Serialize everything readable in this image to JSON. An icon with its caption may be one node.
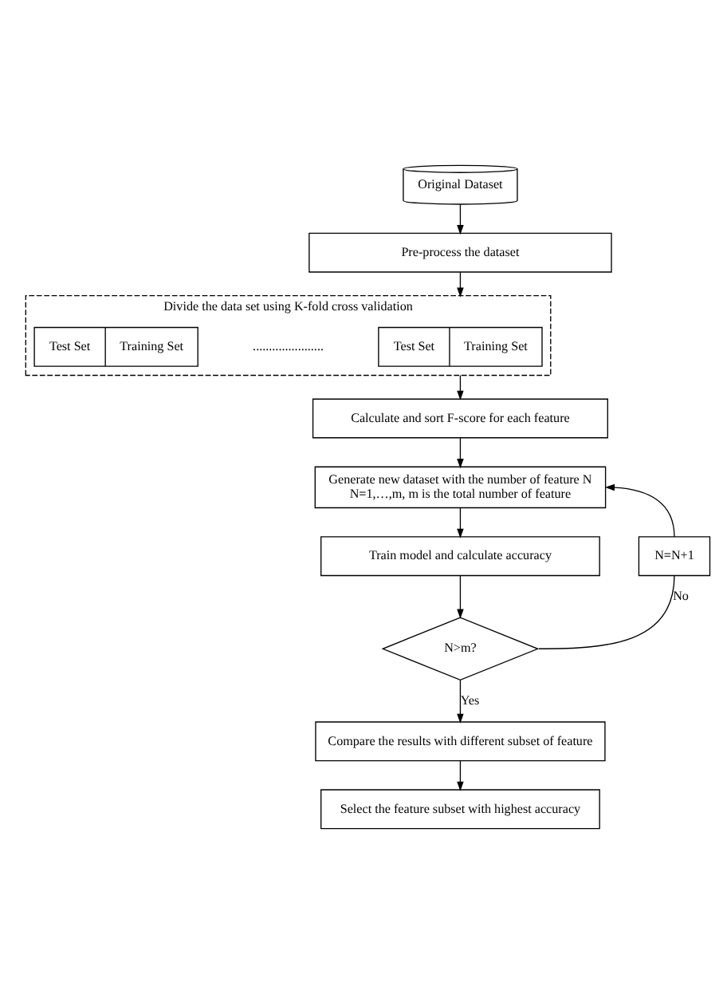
{
  "diagram": {
    "nodes": [
      {
        "text": [
          "Original Dataset"
        ]
      },
      {
        "text": [
          "Pre-process the dataset"
        ]
      },
      {
        "text": [
          "Divide the data set using K-fold cross validation"
        ]
      },
      {
        "text": [
          "Test Set",
          "Training Set"
        ],
        "in": 2
      },
      {
        "text": [
          "Test Set",
          "Training Set"
        ],
        "in": 2
      },
      {
        "text": [
          "Calculate and sort F-score for each feature"
        ]
      },
      {
        "text": [
          "Generate new dataset with the number of feature N",
          "N=1,…,m, m is the total number of feature"
        ]
      },
      {
        "text": [
          "Train model and calculate accuracy"
        ]
      },
      {
        "text": [
          "N>m?"
        ]
      },
      {
        "text": [
          "N=N+1"
        ]
      },
      {
        "text": [
          "Compare the results with different subset of feature"
        ]
      },
      {
        "text": [
          "Select the feature subset with highest accuracy"
        ]
      }
    ],
    "edges": [
      {
        "from": 0,
        "to": 1,
        "arrow": "to"
      },
      {
        "from": 1,
        "to": 2,
        "arrow": "to"
      },
      {
        "from": 2,
        "to": 5,
        "arrow": "to"
      },
      {
        "from": 5,
        "to": 6,
        "arrow": "to"
      },
      {
        "from": 6,
        "to": 7,
        "arrow": "to"
      },
      {
        "from": 7,
        "to": 8,
        "arrow": "to"
      },
      {
        "from": 8,
        "to": 9,
        "arrow": "none",
        "label": "No"
      },
      {
        "from": 9,
        "to": 6,
        "arrow": "to"
      },
      {
        "from": 8,
        "to": 10,
        "arrow": "to",
        "label": "Yes"
      },
      {
        "from": 10,
        "to": 11,
        "arrow": "to"
      }
    ],
    "labels": [
      "......................"
    ]
  }
}
